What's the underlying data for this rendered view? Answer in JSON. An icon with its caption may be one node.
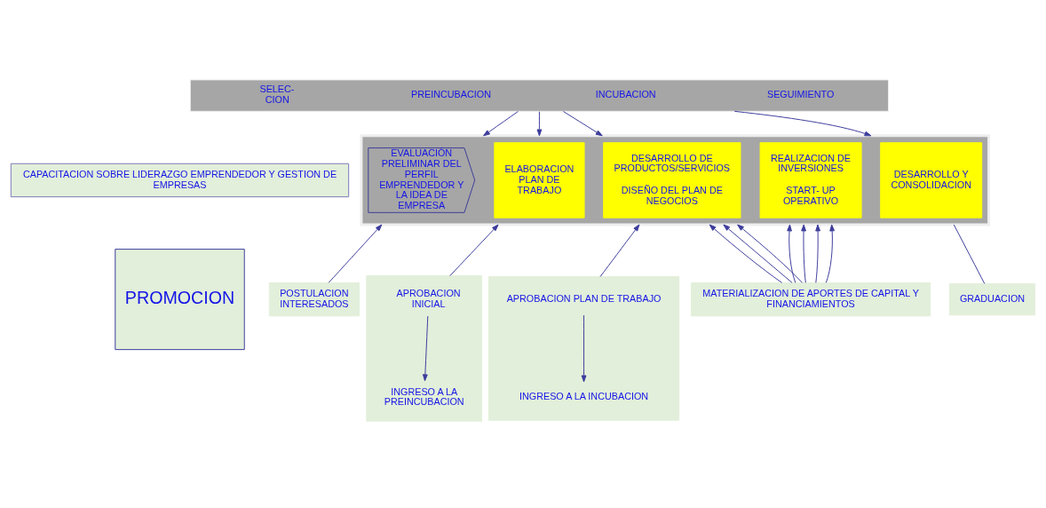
{
  "diagram": {
    "nodes": [
      {
        "text": [
          "SELEC- CION",
          "PREINCUBACION",
          "INCUBACION",
          "SEGUIMIENTO"
        ]
      },
      {
        "text": [
          "CAPACITACION SOBRE LIDERAZGO EMPRENDEDOR Y GESTION DE EMPRESAS"
        ]
      },
      {
        "text": [
          "PROMOCION"
        ]
      },
      {
        "text": [],
        "shape": "bar"
      },
      {
        "text": [
          "EVALUACIÓN PRELIMINAR DEL PERFIL EMPRENDEDOR Y LA IDEA DE EMPRESA"
        ],
        "in": 3
      },
      {
        "text": [
          "ELABORACION PLAN DE TRABAJO"
        ],
        "in": 3
      },
      {
        "text": [
          "DESARROLLO DE PRODUCTOS/SERVICIOS",
          "DISEÑO DEL PLAN DE NEGOCIOS"
        ],
        "in": 3
      },
      {
        "text": [
          "REALIZACION DE INVERSIONES",
          "START- UP OPERATIVO"
        ],
        "in": 3
      },
      {
        "text": [
          "DESARROLLO Y CONSOLIDACION"
        ],
        "in": 3
      },
      {
        "text": [
          "POSTULACION INTERESADOS"
        ]
      },
      {
        "text": [],
        "shape": "box"
      },
      {
        "text": [
          "APROBACION INICIAL"
        ],
        "in": 10
      },
      {
        "text": [
          "INGRESO A LA PREINCUBACION"
        ],
        "in": 10
      },
      {
        "text": [],
        "shape": "box"
      },
      {
        "text": [
          "APROBACION PLAN DE TRABAJO"
        ],
        "in": 13
      },
      {
        "text": [
          "INGRESO A LA INCUBACION"
        ],
        "in": 13
      },
      {
        "text": [
          "MATERIALIZACION DE APORTES DE CAPITAL Y FINANCIAMIENTOS"
        ]
      },
      {
        "text": [
          "GRADUACION"
        ]
      }
    ],
    "edges": [
      {
        "from": 0,
        "to": 3,
        "arrow": "to"
      },
      {
        "from": 0,
        "to": 3,
        "arrow": "to"
      },
      {
        "from": 0,
        "to": 3,
        "arrow": "to"
      },
      {
        "from": 0,
        "to": 3,
        "arrow": "to"
      },
      {
        "from": 9,
        "to": 3,
        "arrow": "to"
      },
      {
        "from": 10,
        "to": 3,
        "arrow": "to"
      },
      {
        "from": 13,
        "to": 3,
        "arrow": "to"
      },
      {
        "from": 16,
        "to": 3,
        "arrow": "to"
      },
      {
        "from": 16,
        "to": 3,
        "arrow": "to"
      },
      {
        "from": 16,
        "to": 3,
        "arrow": "to"
      },
      {
        "from": 16,
        "to": 3,
        "arrow": "to"
      },
      {
        "from": 16,
        "to": 3,
        "arrow": "to"
      },
      {
        "from": 16,
        "to": 3,
        "arrow": "to"
      },
      {
        "from": 16,
        "to": 3,
        "arrow": "to"
      },
      {
        "from": 17,
        "to": 3,
        "arrow": "none"
      },
      {
        "from": 11,
        "to": 12,
        "arrow": "to"
      },
      {
        "from": 14,
        "to": 15,
        "arrow": "to"
      }
    ]
  }
}
